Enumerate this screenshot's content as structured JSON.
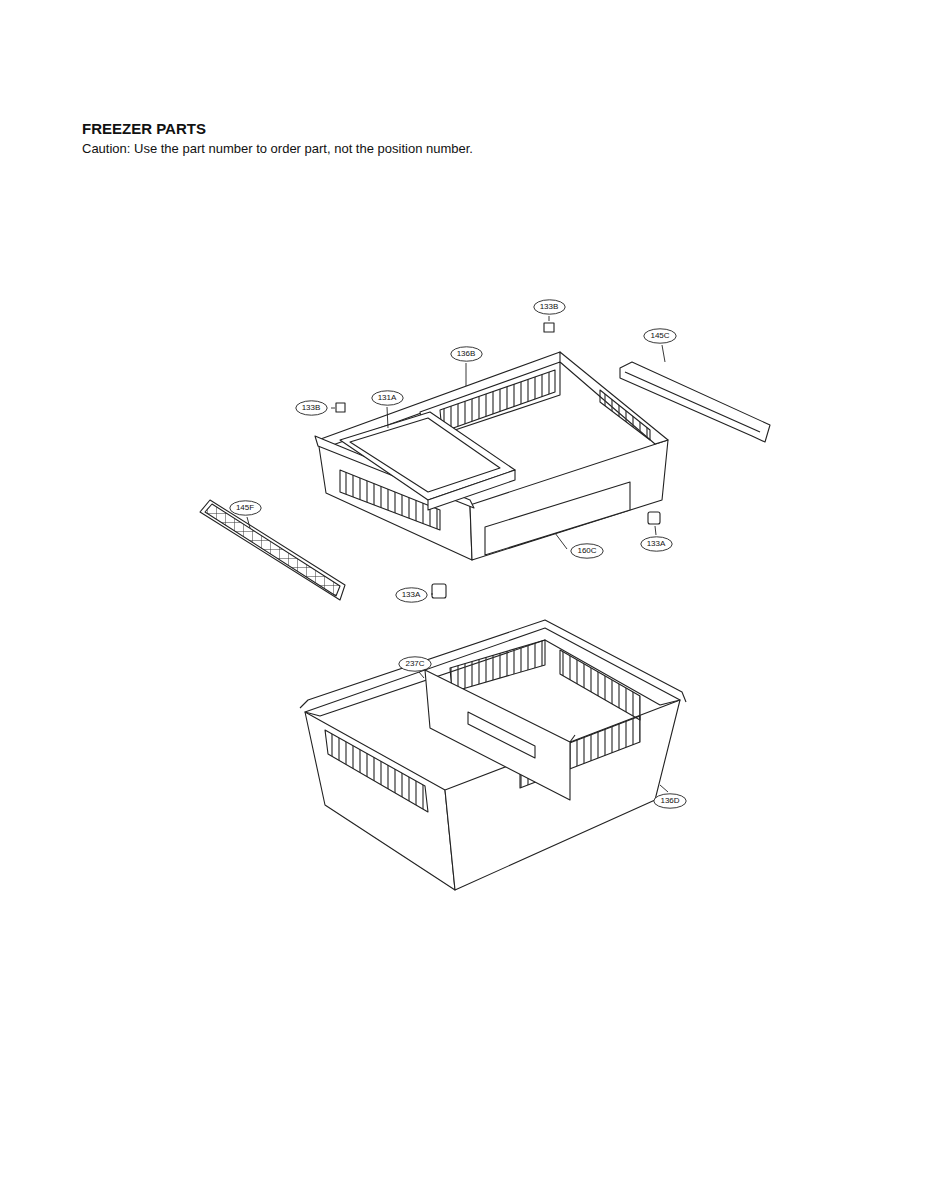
{
  "diagram": {
    "title": "FREEZER PARTS",
    "nodes": [
      {
        "text": [
          "133B"
        ]
      },
      {
        "text": [
          "145C"
        ]
      },
      {
        "text": [
          "136B"
        ]
      },
      {
        "text": [
          "131A"
        ]
      },
      {
        "text": [
          "133B"
        ]
      },
      {
        "text": [
          "145F"
        ]
      },
      {
        "text": [
          "133A"
        ]
      },
      {
        "text": [
          "160C"
        ]
      },
      {
        "text": [
          "133A"
        ]
      },
      {
        "text": [
          "237C"
        ]
      },
      {
        "text": [
          "136D"
        ]
      }
    ],
    "labels": [
      "Caution: Use the part number to order part, not the position number."
    ]
  }
}
